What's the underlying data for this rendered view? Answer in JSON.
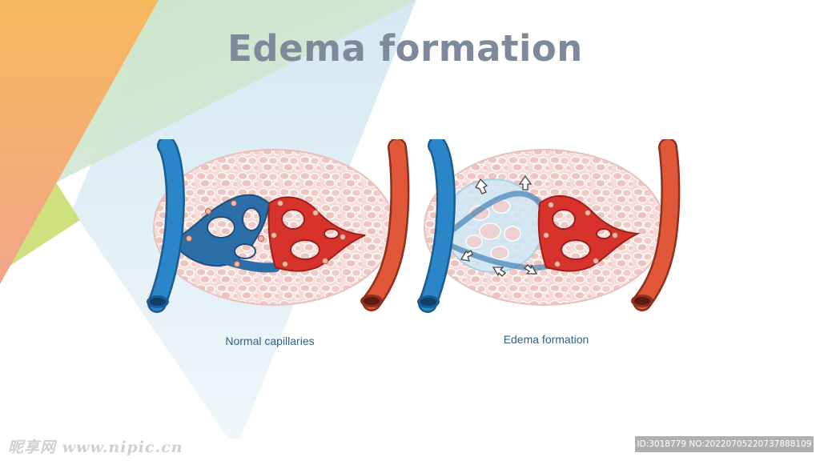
{
  "slide": {
    "title": "Edema formation"
  },
  "panels": [
    {
      "caption": "Normal capillaries"
    },
    {
      "caption": "Edema formation"
    }
  ],
  "watermark": {
    "site": "昵享网 www.nipic.cn",
    "id_text": "ID:3018779 NO:20220705220737888109"
  },
  "colors": {
    "title": "#7d8a9b",
    "caption": "#2f5f86",
    "vein": "#2a86c8",
    "artery": "#e0573a",
    "capillary_red": "#d8322c",
    "capillary_blue": "#2c6fa8",
    "tissue": "#f3d4d0",
    "edema_fluid": "#cfe8f6"
  }
}
